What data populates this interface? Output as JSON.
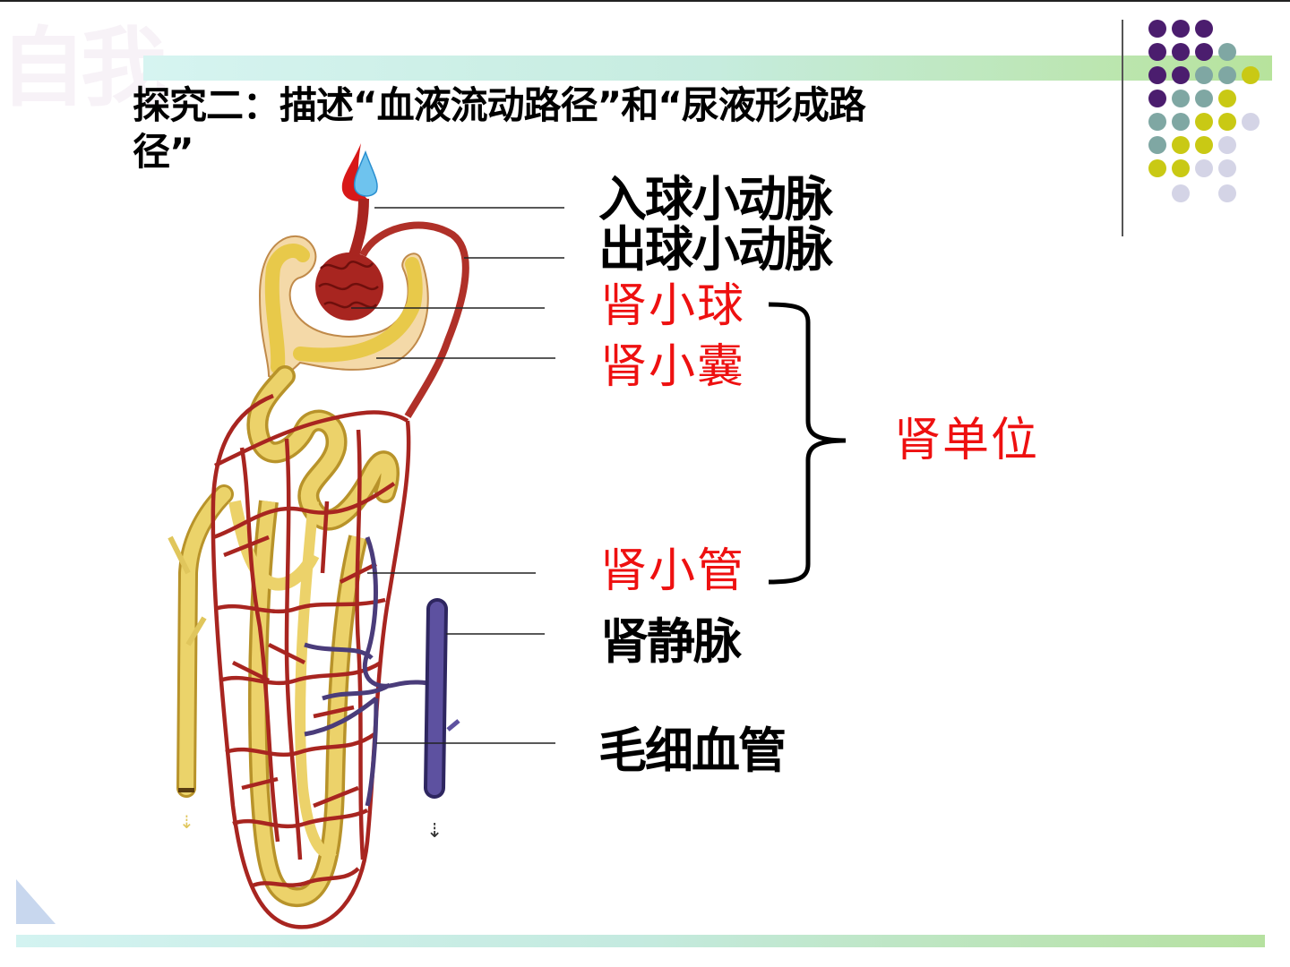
{
  "slide": {
    "title": "探究二：描述“血液流动路径”和“尿液形成路径”",
    "title_line1": "探究二：描述“血液流动路径”和“尿液形成路",
    "title_line2": "径”",
    "watermark_text": "自我"
  },
  "labels": {
    "afferent_arteriole": "入球小动脉",
    "efferent_arteriole": "出球小动脉",
    "glomerulus": "肾小球",
    "renal_capsule": "肾小囊",
    "nephron": "肾单位",
    "renal_tubule": "肾小管",
    "renal_vein": "肾静脉",
    "capillaries": "毛细血管"
  },
  "colors": {
    "accent_red": "#ee1010",
    "artery_red": "#b52a26",
    "tubule_yellow": "#e7cf55",
    "vein_purple": "#5a4a8c",
    "dot_purple": "#4b1d6e",
    "dot_teal": "#7fa7a3",
    "dot_lime": "#c9c914",
    "dot_lavender": "#d4d4e6"
  }
}
